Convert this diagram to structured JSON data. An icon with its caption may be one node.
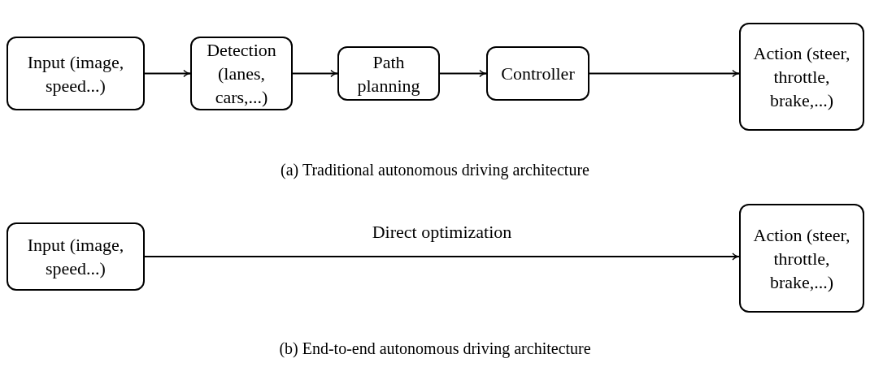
{
  "diagram": {
    "nodes": [
      {
        "text": [
          "Input (image, speed...)"
        ]
      },
      {
        "text": [
          "Detection (lanes, cars,...)"
        ]
      },
      {
        "text": [
          "Path planning"
        ]
      },
      {
        "text": [
          "Controller"
        ]
      },
      {
        "text": [
          "Action (steer, throttle, brake,...)"
        ]
      },
      {
        "text": [
          "Input (image, speed...)"
        ]
      },
      {
        "text": [
          "Action (steer, throttle, brake,...)"
        ]
      }
    ],
    "edges": [
      {
        "from": 0,
        "to": 1,
        "arrow": "to"
      },
      {
        "from": 1,
        "to": 2,
        "arrow": "to"
      },
      {
        "from": 2,
        "to": 3,
        "arrow": "to"
      },
      {
        "from": 3,
        "to": 4,
        "arrow": "to"
      },
      {
        "from": 5,
        "to": 6,
        "arrow": "to",
        "label": "Direct optimization"
      }
    ],
    "labels": [
      "(a) Traditional autonomous driving architecture",
      "(b) End-to-end autonomous driving architecture"
    ]
  }
}
